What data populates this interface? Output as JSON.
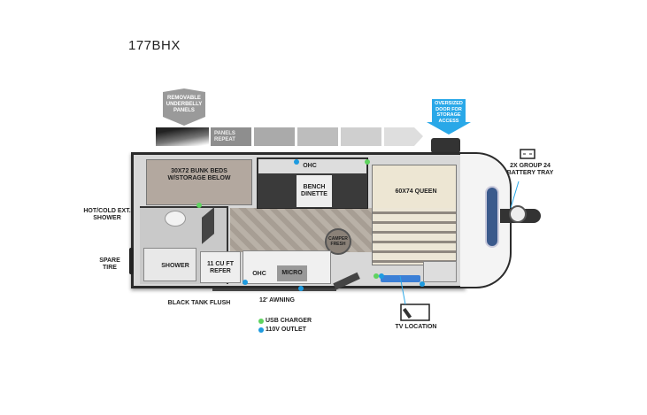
{
  "title": "177BHX",
  "callouts": {
    "underbelly": "REMOVABLE UNDERBELLY PANELS",
    "panels_repeat": "PANELS REPEAT",
    "storage_door": "OVERSIZED DOOR FOR STORAGE ACCESS",
    "battery": "2X GROUP 24 BATTERY TRAY",
    "shower_ext": "HOT/COLD EXT. SHOWER",
    "spare_tire": "SPARE TIRE",
    "black_tank": "BLACK TANK FLUSH",
    "awning": "12' AWNING",
    "tv": "TV LOCATION"
  },
  "rooms": {
    "bunk": "30x72 BUNK BEDS W/STORAGE BELOW",
    "ohc_top": "OHC",
    "dinette": "BENCH DINETTE",
    "bed": "60X74 QUEEN",
    "shower": "SHOWER",
    "refer": "11 CU FT REFER",
    "ohc_kitchen": "OHC",
    "micro": "MICRO",
    "rug": "CAMPER FRESH"
  },
  "legend": [
    {
      "label": "USB CHARGER",
      "color": "#5fd35f"
    },
    {
      "label": "110V OUTLET",
      "color": "#1e9be0"
    }
  ],
  "colors": {
    "accent_blue": "#29a8e8",
    "usb": "#5fd35f",
    "outlet": "#1e9be0"
  }
}
